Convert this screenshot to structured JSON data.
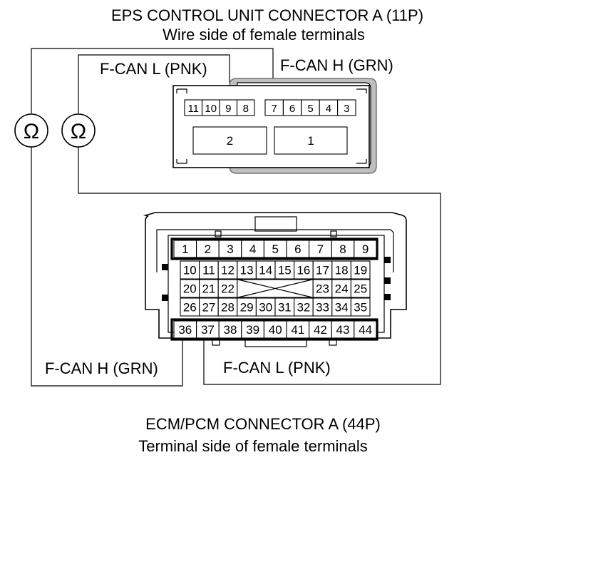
{
  "eps_connector": {
    "title": "EPS CONTROL UNIT CONNECTOR A (11P)",
    "subtitle": "Wire side of female terminals",
    "top_row_left": [
      "11",
      "10",
      "9",
      "8"
    ],
    "top_row_right": [
      "7",
      "6",
      "5",
      "4",
      "3"
    ],
    "large_pins": [
      "2",
      "1"
    ],
    "label_fcan_l": "F-CAN L (PNK)",
    "label_fcan_h": "F-CAN H (GRN)"
  },
  "ecm_connector": {
    "title": "ECM/PCM CONNECTOR A (44P)",
    "subtitle": "Terminal side of female terminals",
    "row1": [
      "1",
      "2",
      "3",
      "4",
      "5",
      "6",
      "7",
      "8",
      "9"
    ],
    "row2": [
      "10",
      "11",
      "12",
      "13",
      "14",
      "15",
      "16",
      "17",
      "18",
      "19"
    ],
    "row3_left": [
      "20",
      "21",
      "22"
    ],
    "row3_right": [
      "23",
      "24",
      "25"
    ],
    "row4": [
      "26",
      "27",
      "28",
      "29",
      "30",
      "31",
      "32",
      "33",
      "34",
      "35"
    ],
    "row5": [
      "36",
      "37",
      "38",
      "39",
      "40",
      "41",
      "42",
      "43",
      "44"
    ],
    "label_fcan_h": "F-CAN H (GRN)",
    "label_fcan_l": "F-CAN L (PNK)"
  },
  "meters": [
    {
      "symbol": "Ω",
      "icon": "ohmmeter-icon"
    },
    {
      "symbol": "Ω",
      "icon": "ohmmeter-icon"
    }
  ]
}
